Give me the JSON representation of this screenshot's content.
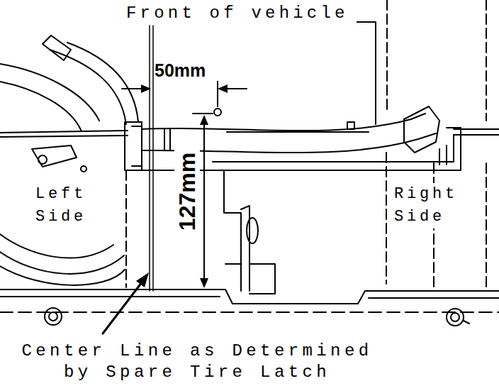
{
  "diagram": {
    "labels": [
      "Front of vehicle",
      "50mm",
      "127mm",
      "Left Side",
      "Right Side",
      "Center Line as Determined by Spare Tire Latch"
    ]
  }
}
